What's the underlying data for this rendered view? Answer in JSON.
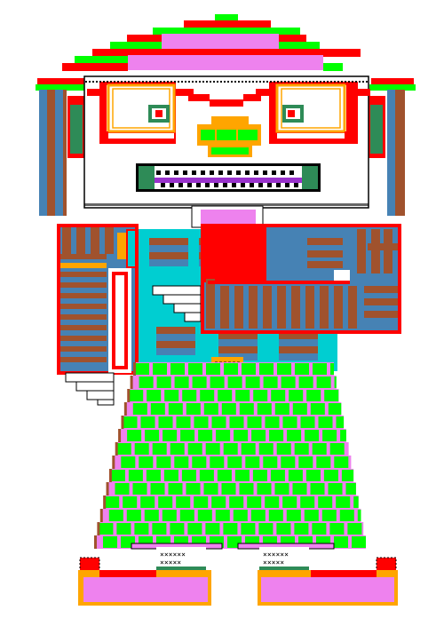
{
  "canvas": {
    "background": "#ffffff"
  },
  "palette": {
    "red": "#ff0000",
    "green": "#00ff00",
    "violet": "#ee82ee",
    "white": "#ffffff",
    "black": "#000000",
    "blue": "#4682b4",
    "brown": "#a0522d",
    "orange": "#ffa500",
    "sea_green": "#2e8b57",
    "cyan": "#00ced1",
    "gray": "#808080",
    "purple": "#9932cc"
  },
  "figure": {
    "parts": [
      "hat",
      "face",
      "glasses",
      "nose",
      "mouth",
      "sideburns",
      "jacket",
      "shirt",
      "skirt",
      "legs",
      "shoes"
    ]
  }
}
